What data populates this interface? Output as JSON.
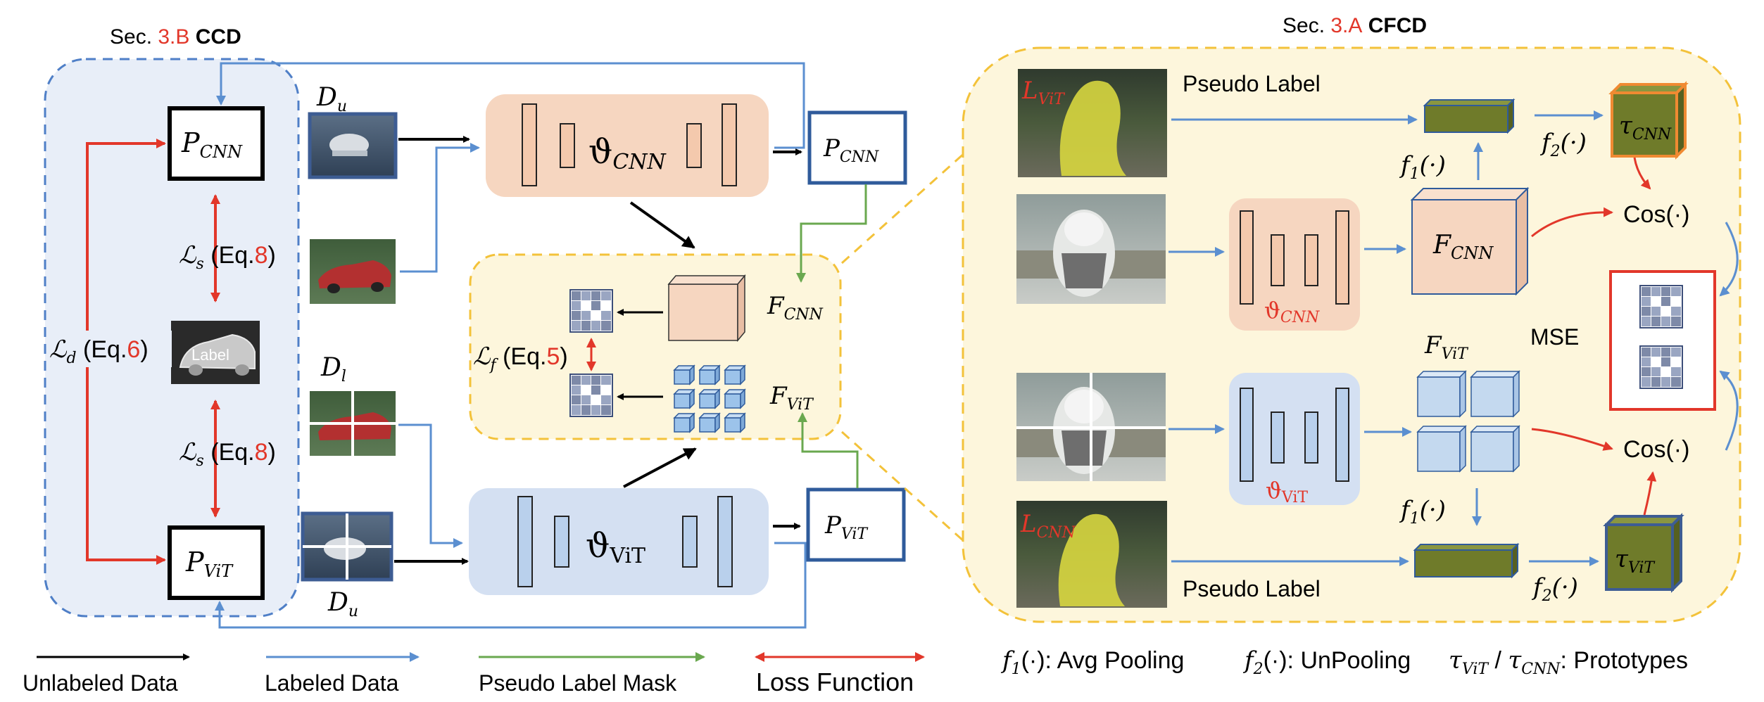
{
  "colors": {
    "red": "#e2372a",
    "black": "#000000",
    "blue_line": "#5b8fd0",
    "green_line": "#6aa84f",
    "dash_blue": "#4f7fc7",
    "dash_yellow": "#f3c23a",
    "panel_blue": "#e8eef8",
    "panel_yellow": "#fdf6dc",
    "cnn_fill": "#f6d6c0",
    "vit_fill": "#cfdff3",
    "feat_blue": "#c4d9ef",
    "proto_green": "#6f7b2a"
  },
  "icons": [
    "arrow-icon",
    "image-thumbnail",
    "grid-matrix-icon",
    "cube-icon"
  ],
  "ccd": {
    "sec_prefix": "Sec. ",
    "sec_number": "3.B",
    "sec_name": " CCD",
    "p_cnn_main": "P",
    "p_cnn_sub": "CNN",
    "p_vit_main": "P",
    "p_vit_sub": "ViT",
    "ls_top_main": "ℒ",
    "ls_top_sub": "s",
    "ls_top_eq": " (Eq.",
    "ls_top_num": "8",
    "ls_top_close": ")",
    "ls_bot_main": "ℒ",
    "ls_bot_sub": "s",
    "ls_bot_eq": " (Eq.",
    "ls_bot_num": "8",
    "ls_bot_close": ")",
    "ld_main": "ℒ",
    "ld_sub": "d",
    "ld_eq": " (Eq.",
    "ld_num": "6",
    "ld_close": ")",
    "label_img_text": "Label"
  },
  "middle": {
    "du_top_main": "D",
    "du_top_sub": "u",
    "dl_main": "D",
    "dl_sub": "l",
    "du_bot_main": "D",
    "du_bot_sub": "u",
    "theta_cnn_main": "ϑ",
    "theta_cnn_sub": "CNN",
    "theta_vit_main": "ϑ",
    "theta_vit_sub": "ViT",
    "out_cnn_main": "P",
    "out_cnn_sub": "CNN",
    "out_vit_main": "P",
    "out_vit_sub": "ViT",
    "f_cnn_main": "F",
    "f_cnn_sub": "CNN",
    "f_vit_main": "F",
    "f_vit_sub": "ViT",
    "lf_main": "ℒ",
    "lf_sub": "f",
    "lf_eq": " (Eq.",
    "lf_num": "5",
    "lf_close": ")"
  },
  "cfcd": {
    "sec_prefix": "Sec. ",
    "sec_number": "3.A",
    "sec_name": " CFCD",
    "pseudo_label_top": "Pseudo Label",
    "pseudo_label_bottom": "Pseudo Label",
    "l_vit_main": "L",
    "l_vit_sub": "ViT",
    "l_cnn_main": "L",
    "l_cnn_sub": "CNN",
    "theta_cnn_main": "ϑ",
    "theta_cnn_sub": "CNN",
    "theta_vit_main": "ϑ",
    "theta_vit_sub": "ViT",
    "f_cnn_main": "F",
    "f_cnn_sub": "CNN",
    "f_vit_main": "F",
    "f_vit_sub": "ViT",
    "f1_top": "f",
    "f1_top_sub": "1",
    "f1_top_arg": "(·)",
    "f2_top": "f",
    "f2_top_sub": "2",
    "f2_top_arg": "(·)",
    "f1_bot": "f",
    "f1_bot_sub": "1",
    "f1_bot_arg": "(·)",
    "f2_bot": "f",
    "f2_bot_sub": "2",
    "f2_bot_arg": "(·)",
    "tau_cnn_main": "τ",
    "tau_cnn_sub": "CNN",
    "tau_vit_main": "τ",
    "tau_vit_sub": "ViT",
    "cos_top": "Cos(·)",
    "cos_bot": "Cos(·)",
    "mse": "MSE"
  },
  "legend": {
    "unlabeled": "Unlabeled Data",
    "labeled": "Labeled Data",
    "pseudo_mask": "Pseudo Label Mask",
    "loss": "Loss Function",
    "f1_main": "f",
    "f1_sub": "1",
    "f1_desc": "(·): Avg Pooling",
    "f2_main": "f",
    "f2_sub": "2",
    "f2_desc": "(·): UnPooling",
    "tau_vit_main": "τ",
    "tau_vit_sub": "ViT",
    "slash": " / ",
    "tau_cnn_main": "τ",
    "tau_cnn_sub": "CNN",
    "proto_desc": ": Prototypes"
  }
}
